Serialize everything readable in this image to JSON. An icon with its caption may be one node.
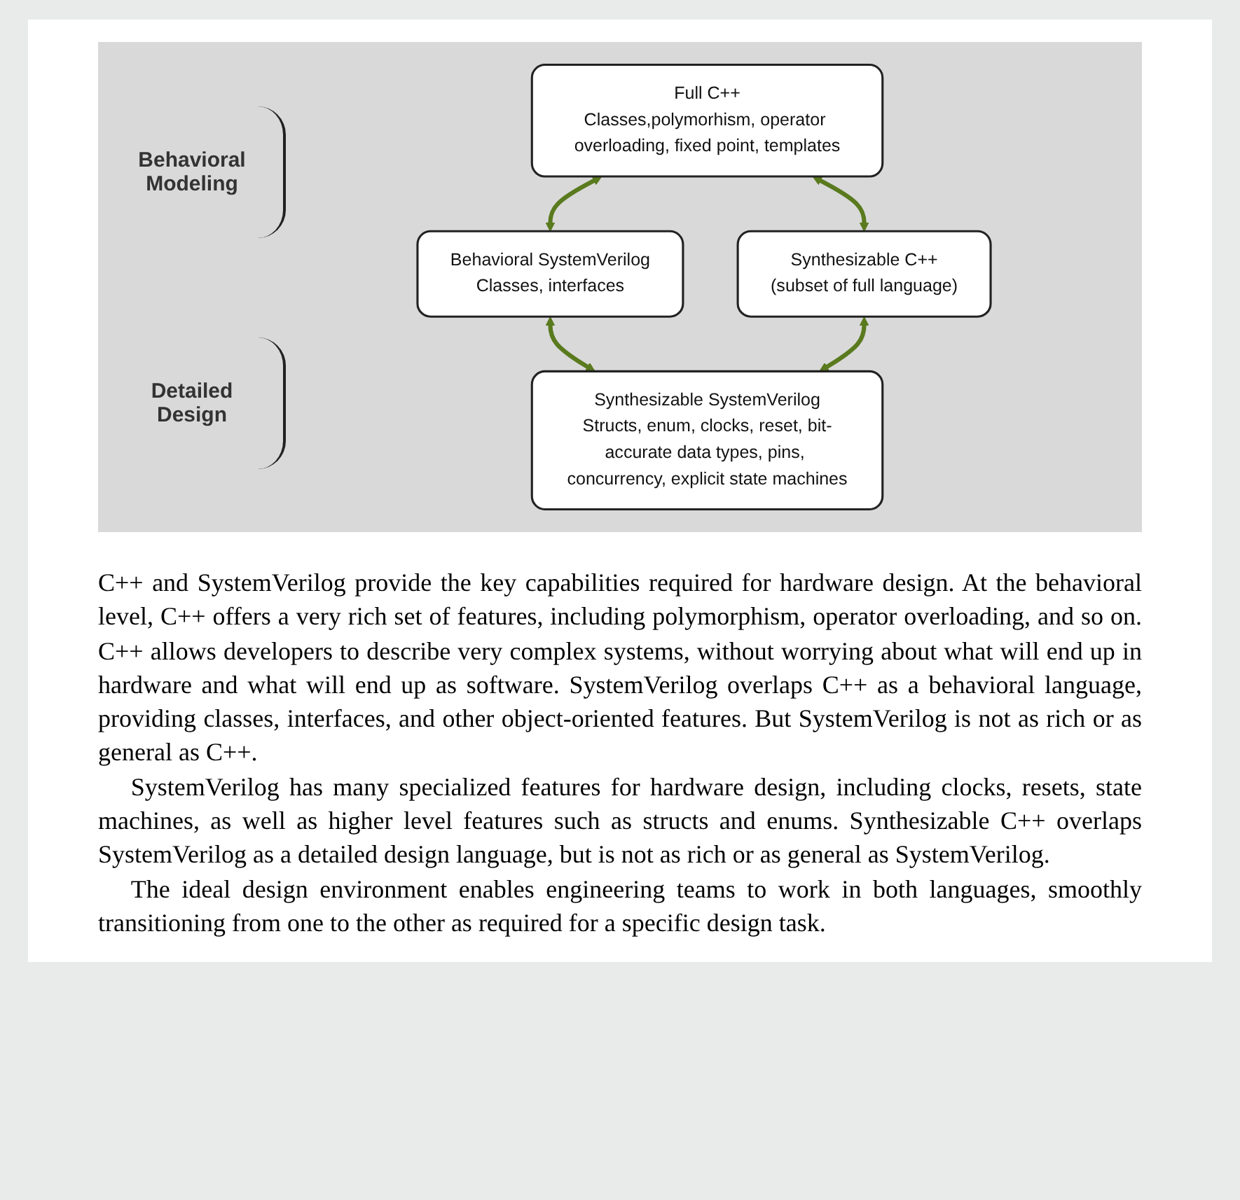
{
  "diagram": {
    "nodes": [
      {
        "text": [
          "Full C++",
          "Classes,polymorhism, operator overloading, fixed point, templates"
        ]
      },
      {
        "text": [
          "Behavioral SystemVerilog",
          "Classes, interfaces"
        ]
      },
      {
        "text": [
          "Synthesizable C++",
          "(subset of full language)"
        ]
      },
      {
        "text": [
          "Synthesizable SystemVerilog",
          "Structs, enum, clocks, reset, bit-accurate data types, pins, concurrency, explicit state machines"
        ]
      }
    ],
    "edges": [
      {
        "from": 0,
        "to": 1,
        "arrow": "both"
      },
      {
        "from": 0,
        "to": 2,
        "arrow": "both"
      },
      {
        "from": 1,
        "to": 3,
        "arrow": "both"
      },
      {
        "from": 2,
        "to": 3,
        "arrow": "both"
      }
    ],
    "labels": [
      "Behavioral Modeling",
      "Detailed Design",
      "C++ and SystemVerilog provide the key capabilities required for hardware design. At the behavioral level, C++ offers a very rich set of features, including polymorphism, operator overloading, and so on. C++ allows developers to describe very complex systems, without worrying about what will end up in hardware and what will end up as software. SystemVerilog overlaps C++ as a behavioral language, providing classes, interfaces, and other object-oriented features. But SystemVerilog is not as rich or as general as C++.",
      "SystemVerilog has many specialized features for hardware design, including clocks, resets, state machines, as well as higher level features such as structs and enums. Synthesizable C++ overlaps SystemVerilog as a detailed design language, but is not as rich or as general as SystemVerilog.",
      "The ideal design environment enables engineering teams to work in both languages, smoothly transitioning from one to the other as required for a specific design task."
    ]
  }
}
